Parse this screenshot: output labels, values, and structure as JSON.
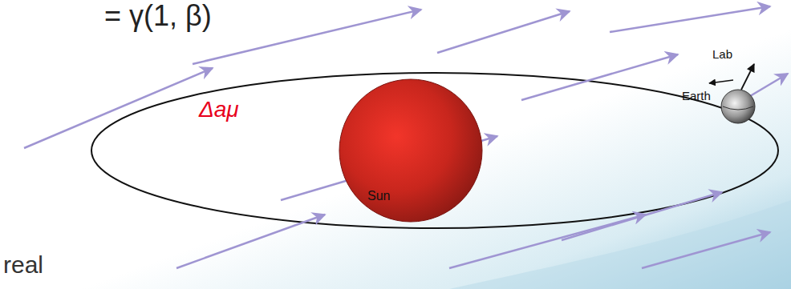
{
  "diagram": {
    "nodes": [
      {
        "text": [
          "Sun"
        ]
      },
      {
        "text": [
          "Earth"
        ]
      }
    ],
    "labels": [
      "= γ(1, β)",
      "Δaμ",
      "Lab",
      "real"
    ]
  }
}
